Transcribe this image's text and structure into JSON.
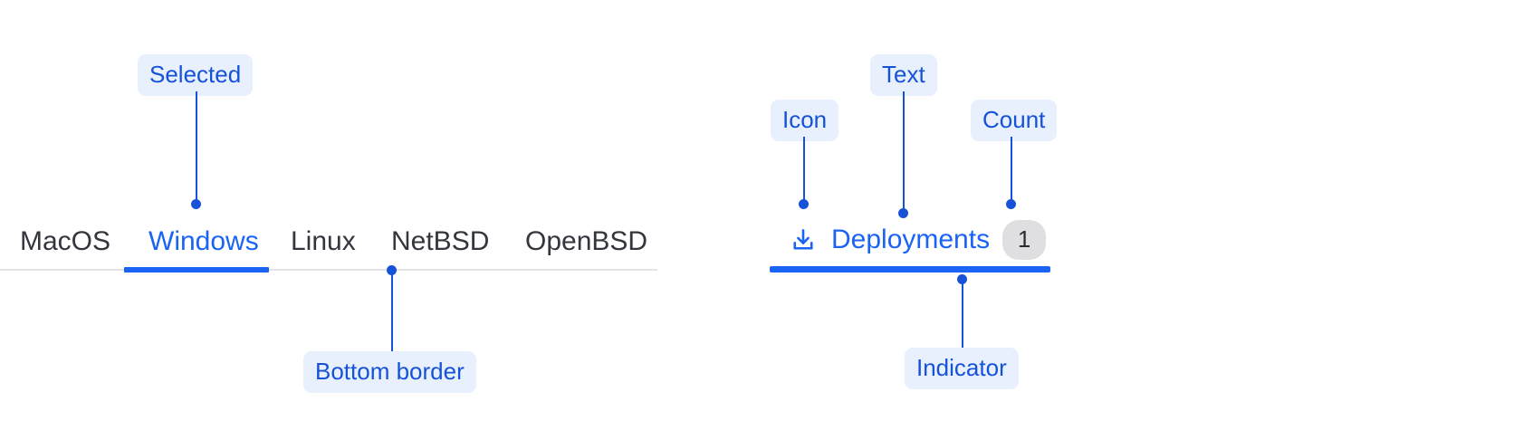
{
  "left_group": {
    "tabs": [
      {
        "label": "MacOS",
        "active": false
      },
      {
        "label": "Windows",
        "active": true
      },
      {
        "label": "Linux",
        "active": false
      },
      {
        "label": "NetBSD",
        "active": false
      },
      {
        "label": "OpenBSD",
        "active": false
      }
    ],
    "annotations": [
      {
        "label": "Selected"
      },
      {
        "label": "Bottom border"
      }
    ]
  },
  "right_group": {
    "tab": {
      "icon": "download-icon",
      "text": "Deployments",
      "count": "1"
    },
    "annotations": [
      {
        "label": "Icon"
      },
      {
        "label": "Text"
      },
      {
        "label": "Count"
      },
      {
        "label": "Indicator"
      }
    ]
  },
  "colors": {
    "accent": "#1a63f5",
    "annotation_text": "#1552d8",
    "annotation_background": "#e8f0fe",
    "inactive_tab_text": "#33363d",
    "rule": "#e4e4e6",
    "badge_background": "#dfdfe2",
    "badge_text": "#2b2d33"
  }
}
